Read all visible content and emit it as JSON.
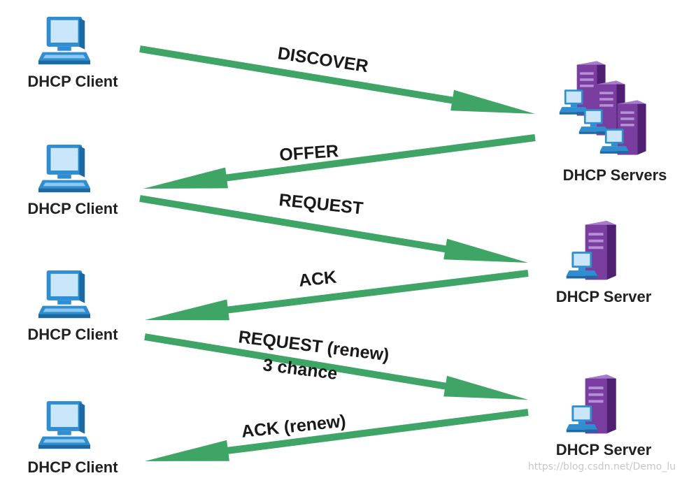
{
  "colors": {
    "arrow": "#3fa566",
    "monitor_frame": "#2f8ed1",
    "monitor_screen": "#c9e6fa",
    "server_body": "#7a3da0",
    "server_top": "#a77ccc",
    "server_side": "#4f1f73",
    "label": "#222222"
  },
  "clients": [
    {
      "label": "DHCP Client"
    },
    {
      "label": "DHCP Client"
    },
    {
      "label": "DHCP Client"
    },
    {
      "label": "DHCP Client"
    }
  ],
  "servers": [
    {
      "label": "DHCP Servers"
    },
    {
      "label": "DHCP Server"
    },
    {
      "label": "DHCP Server"
    }
  ],
  "messages": [
    {
      "label": "DISCOVER"
    },
    {
      "label": "OFFER"
    },
    {
      "label": "REQUEST"
    },
    {
      "label": "ACK"
    },
    {
      "label": "REQUEST (renew)",
      "label2": "3 chance"
    },
    {
      "label": "ACK (renew)"
    }
  ],
  "watermark": "https://blog.csdn.net/Demo_lu"
}
